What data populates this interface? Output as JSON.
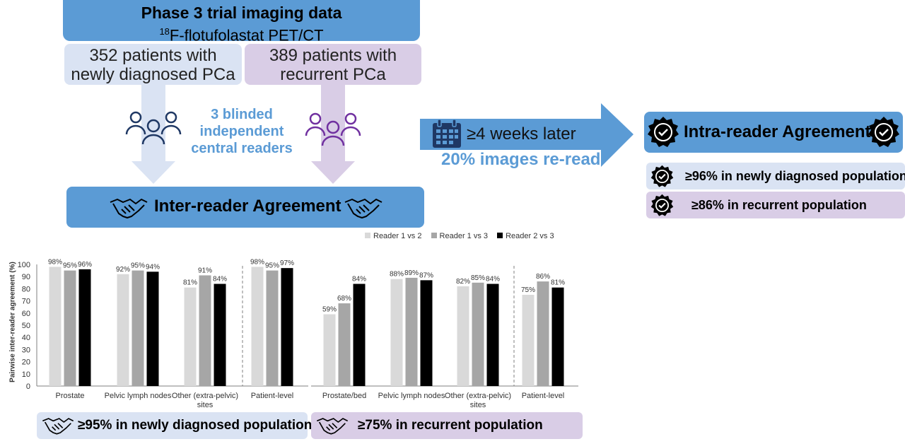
{
  "header": {
    "title": "Phase 3 trial imaging data",
    "subtitle_sup": "18",
    "subtitle_text": "F-flotufolastat PET/CT"
  },
  "populations": {
    "new_line1": "352 patients with",
    "new_line2": "newly diagnosed PCa",
    "rec_line1": "389 patients with",
    "rec_line2": "recurrent PCa"
  },
  "readers": {
    "line1": "3 blinded",
    "line2": "independent",
    "line3": "central readers"
  },
  "inter_reader": {
    "label": "Inter-reader Agreement"
  },
  "reread": {
    "weeks_label": "≥4 weeks later",
    "images_label": "20% images re-read"
  },
  "intra_reader": {
    "label": "Intra-reader Agreement",
    "newly_diagnosed": "≥96% in newly diagnosed population",
    "recurrent": "≥86% in recurrent population"
  },
  "summary": {
    "newly_diagnosed": "≥95% in newly diagnosed population",
    "recurrent": "≥75% in recurrent population"
  },
  "colors": {
    "blue": "#5b9bd5",
    "light_blue": "#dae3f3",
    "light_purple": "#d9cde6",
    "purple_icon": "#7030a0",
    "navy_icon": "#1f3864",
    "reader_1v2": "#d9d9d9",
    "reader_1v3": "#a6a6a6",
    "reader_2v3": "#000000"
  },
  "chart_data": [
    {
      "type": "bar",
      "ylabel": "Pairwise inter-reader agreement (%)",
      "ylim": [
        0,
        100
      ],
      "yticks": [
        0,
        10,
        20,
        30,
        40,
        50,
        60,
        70,
        80,
        90,
        100
      ],
      "categories": [
        "Prostate",
        "Pelvic lymph nodes",
        "Other (extra-pelvic) sites",
        "Patient-level"
      ],
      "series": [
        {
          "name": "Reader 1 vs 2",
          "values": [
            98,
            92,
            81,
            98
          ]
        },
        {
          "name": "Reader 1 vs 3",
          "values": [
            95,
            95,
            91,
            95
          ]
        },
        {
          "name": "Reader 2 vs 3",
          "values": [
            96,
            94,
            84,
            97
          ]
        }
      ]
    },
    {
      "type": "bar",
      "ylim": [
        0,
        100
      ],
      "categories": [
        "Prostate/bed",
        "Pelvic lymph nodes",
        "Other (extra-pelvic) sites",
        "Patient-level"
      ],
      "series": [
        {
          "name": "Reader 1 vs 2",
          "values": [
            59,
            88,
            82,
            75
          ]
        },
        {
          "name": "Reader 1 vs 3",
          "values": [
            68,
            89,
            85,
            86
          ]
        },
        {
          "name": "Reader 2 vs 3",
          "values": [
            84,
            87,
            84,
            81
          ]
        }
      ]
    }
  ],
  "legend": [
    "Reader 1 vs 2",
    "Reader 1 vs 3",
    "Reader 2 vs 3"
  ]
}
